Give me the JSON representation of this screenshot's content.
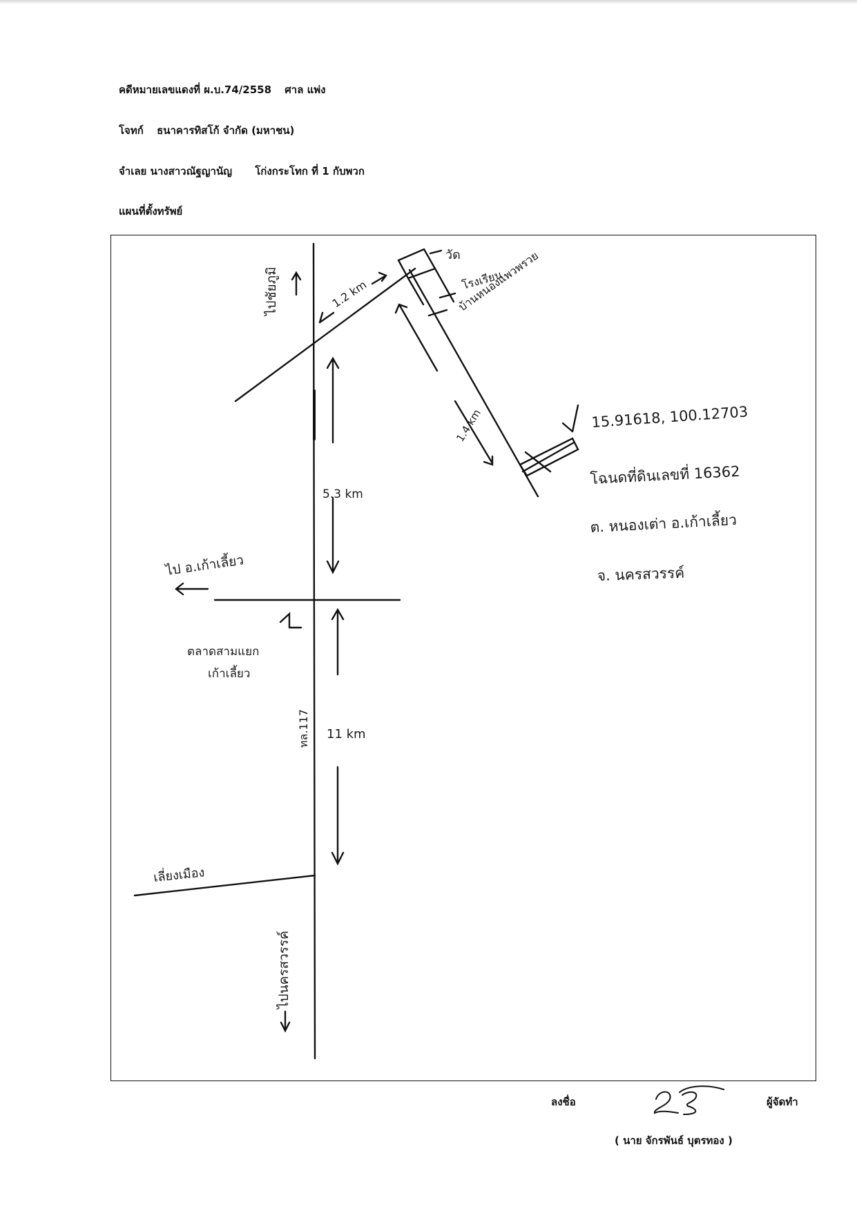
{
  "header": {
    "case_label": "คดีหมายเลขแดงที่",
    "case_number": "ผ.บ.74/2558",
    "court": "ศาล แพ่ง",
    "plaintiff_label": "โจทก์",
    "plaintiff_name": "ธนาคารทิสโก้ จำกัด (มหาชน)",
    "defendant_label": "จำเลย",
    "defendant_name": "นางสาวณัฐญานัญ",
    "defendant_rest": "โก่งกระโทก ที่ 1 กับพวก",
    "map_title": "แผนที่ตั้งทรัพย์"
  },
  "map": {
    "to_north": "ไปชัยภูมิ",
    "km_1_2": "1.2 km",
    "temple": "วัด",
    "school": "โรงเรียน",
    "village": "บ้านหนองแพวพรวย",
    "km_1_4": "1.4 km",
    "coordinates": "15.91618, 100.12703",
    "deed": "โฉนดที่ดินเลขที่ 16362",
    "subdistrict_district": "ต. หนองเต่า อ.เก้าเลี้ยว",
    "province": "จ. นครสวรรค์",
    "km_5_3": "5.3 km",
    "to_kao_liao": "ไป อ.เก้าเลี้ยว",
    "market_line1": "ตลาดสามแยก",
    "market_line2": "เก้าเลี้ยว",
    "highway": "ทล.117",
    "km_11": "11 km",
    "side_road": "เลี่ยงเมือง",
    "to_south": "ไปนครสวรรค์"
  },
  "footer": {
    "sign_label": "ลงชื่อ",
    "preparer_label": "ผู้จัดทำ",
    "signer_name": "( นาย จักรพันธ์ บุตรทอง )"
  }
}
